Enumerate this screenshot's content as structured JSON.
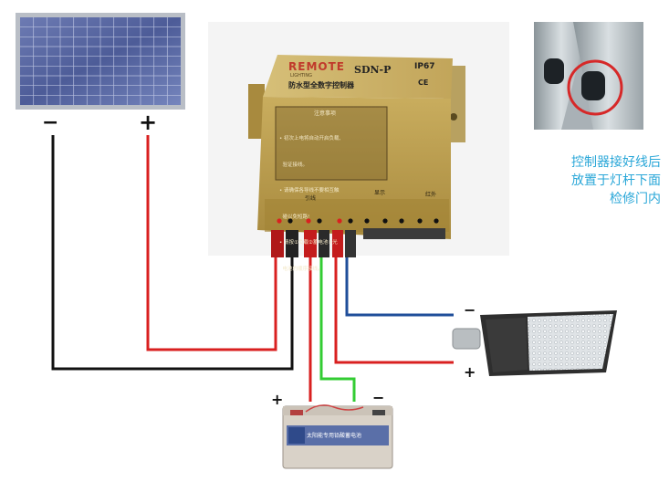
{
  "controller": {
    "brand": "REMOTE",
    "brand_sub": "LIGHTING",
    "model": "SDN-P",
    "rating": "IP67",
    "mark": "CE",
    "product_name": "防水型全数字控制器",
    "notes_title": "注意事项",
    "notes": [
      "• 初次上电将自动开启负载,",
      "  验证接线。",
      "• 请确保各导线不要相互触",
      "  碰以免短路!",
      "• 请按①负载②蓄电池③光",
      "  电池的顺序接线。"
    ],
    "section_wires": "引线",
    "section_display": "显示",
    "section_infrared": "红外"
  },
  "panel": {
    "minus": "−",
    "plus": "+"
  },
  "lamp": {
    "minus": "−",
    "plus": "+"
  },
  "battery": {
    "minus": "−",
    "plus": "+",
    "label": "太阳能专用铅酸蓄电池"
  },
  "instruction": [
    "控制器接好线后",
    "放置于灯杆下面",
    "检修门内"
  ],
  "colors": {
    "red_wire": "#d92020",
    "black_wire": "#111111",
    "green_wire": "#33cc33",
    "blue_wire": "#1f4e9a",
    "instruction_text": "#2aa7d8",
    "controller_body": "#b89a4a"
  }
}
